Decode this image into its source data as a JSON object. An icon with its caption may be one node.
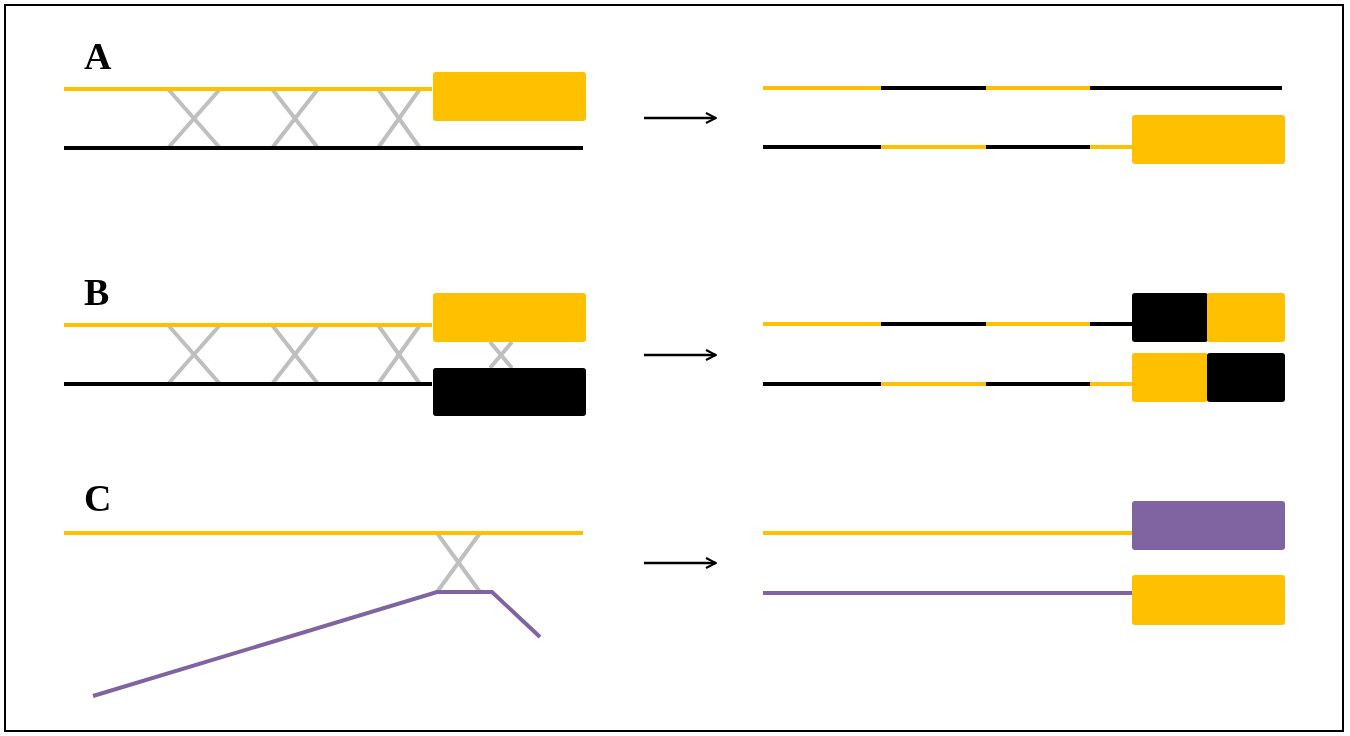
{
  "diagram": {
    "nodes": [
      {
        "text": [],
        "shape": "picture"
      },
      {
        "text": [],
        "shape": "picture"
      },
      {
        "text": [],
        "shape": "picture"
      },
      {
        "text": [],
        "shape": "picture"
      },
      {
        "text": [],
        "shape": "picture"
      },
      {
        "text": [],
        "shape": "picture"
      }
    ],
    "edges": [
      {
        "from": 0,
        "to": 1,
        "arrow": "to"
      },
      {
        "from": 2,
        "to": 3,
        "arrow": "to"
      },
      {
        "from": 4,
        "to": 5,
        "arrow": "to"
      }
    ],
    "labels": [
      "A",
      "B",
      "C"
    ]
  }
}
